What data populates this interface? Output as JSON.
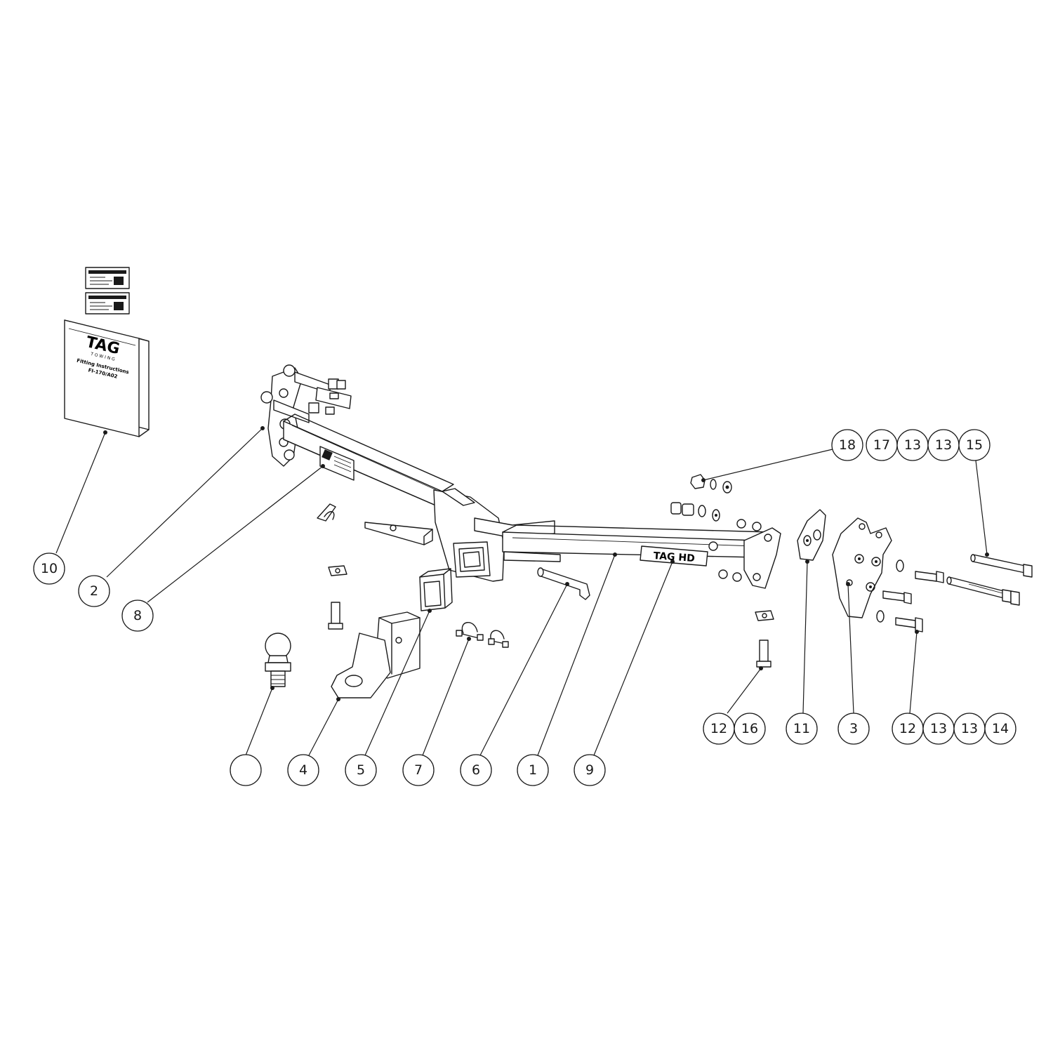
{
  "labels": {
    "p1": "1",
    "p2": "2",
    "p3": "3",
    "p4": "4",
    "p5": "5",
    "p6": "6",
    "p7": "7",
    "p8": "8",
    "p9": "9",
    "p10": "10",
    "p11": "11",
    "p12a": "12",
    "p16": "16",
    "p12b": "12",
    "p13a": "13",
    "p13b": "13",
    "p14": "14",
    "p18": "18",
    "p17": "17",
    "p13c": "13",
    "p13d": "13",
    "p15": "15"
  },
  "booklet": {
    "brand": "TAG",
    "brand_sub": "TOWING",
    "title": "Fitting Instructions",
    "code": "FI-170/A02"
  },
  "bar_decal": "TAG HD",
  "colors": {
    "line": "#1a1a1a",
    "background": "#ffffff"
  }
}
